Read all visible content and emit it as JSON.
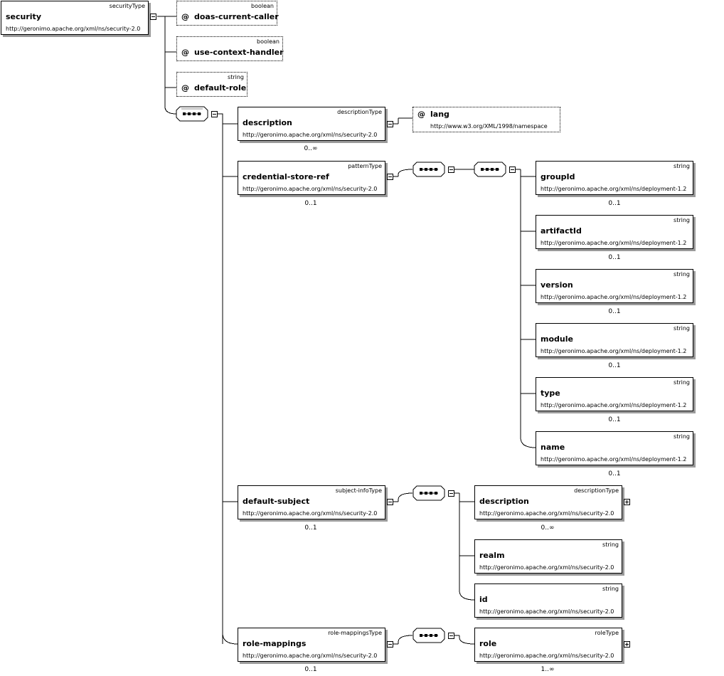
{
  "root": {
    "name": "security",
    "type": "securityType",
    "namespace": "http://geronimo.apache.org/xml/ns/security-2.0"
  },
  "attributes": [
    {
      "name": "doas-current-caller",
      "type": "boolean"
    },
    {
      "name": "use-context-handler",
      "type": "boolean"
    },
    {
      "name": "default-role",
      "type": "string"
    }
  ],
  "attr_symbol": "@",
  "elements": {
    "description": {
      "name": "description",
      "type": "descriptionType",
      "namespace": "http://geronimo.apache.org/xml/ns/security-2.0",
      "occurrence": "0..∞"
    },
    "lang": {
      "name": "lang",
      "namespace": "http://www.w3.org/XML/1998/namespace"
    },
    "credential_store_ref": {
      "name": "credential-store-ref",
      "type": "patternType",
      "namespace": "http://geronimo.apache.org/xml/ns/security-2.0",
      "occurrence": "0..1"
    },
    "pattern_children": [
      {
        "name": "groupId",
        "type": "string",
        "namespace": "http://geronimo.apache.org/xml/ns/deployment-1.2",
        "occurrence": "0..1"
      },
      {
        "name": "artifactId",
        "type": "string",
        "namespace": "http://geronimo.apache.org/xml/ns/deployment-1.2",
        "occurrence": "0..1"
      },
      {
        "name": "version",
        "type": "string",
        "namespace": "http://geronimo.apache.org/xml/ns/deployment-1.2",
        "occurrence": "0..1"
      },
      {
        "name": "module",
        "type": "string",
        "namespace": "http://geronimo.apache.org/xml/ns/deployment-1.2",
        "occurrence": "0..1"
      },
      {
        "name": "type",
        "type": "string",
        "namespace": "http://geronimo.apache.org/xml/ns/deployment-1.2",
        "occurrence": "0..1"
      },
      {
        "name": "name",
        "type": "string",
        "namespace": "http://geronimo.apache.org/xml/ns/deployment-1.2",
        "occurrence": "0..1"
      }
    ],
    "default_subject": {
      "name": "default-subject",
      "type": "subject-infoType",
      "namespace": "http://geronimo.apache.org/xml/ns/security-2.0",
      "occurrence": "0..1"
    },
    "subject_children": [
      {
        "name": "description",
        "type": "descriptionType",
        "namespace": "http://geronimo.apache.org/xml/ns/security-2.0",
        "occurrence": "0..∞"
      },
      {
        "name": "realm",
        "type": "string",
        "namespace": "http://geronimo.apache.org/xml/ns/security-2.0",
        "occurrence": ""
      },
      {
        "name": "id",
        "type": "string",
        "namespace": "http://geronimo.apache.org/xml/ns/security-2.0",
        "occurrence": ""
      }
    ],
    "role_mappings": {
      "name": "role-mappings",
      "type": "role-mappingsType",
      "namespace": "http://geronimo.apache.org/xml/ns/security-2.0",
      "occurrence": "0..1"
    },
    "role": {
      "name": "role",
      "type": "roleType",
      "namespace": "http://geronimo.apache.org/xml/ns/security-2.0",
      "occurrence": "1..∞"
    }
  }
}
